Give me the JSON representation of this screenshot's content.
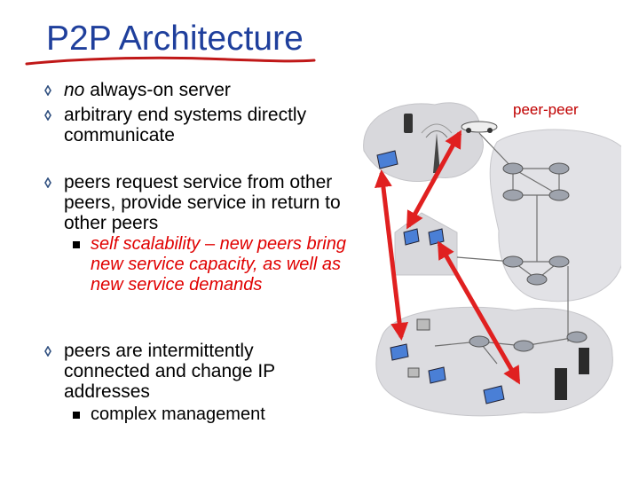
{
  "slide": {
    "title": "P2P Architecture",
    "accent_color": "#1f3f9c",
    "arrow_color": "#e02020"
  },
  "bullets": [
    {
      "emphasis": "no",
      "text": " always-on server"
    },
    {
      "text": "arbitrary end systems directly communicate"
    },
    {
      "text": "peers request service from other peers, provide service in return to other peers",
      "sub": {
        "italic": "self scalability",
        "dash": " – ",
        "rest": "new peers bring new service capacity, as well as new service demands"
      }
    },
    {
      "text": "peers are intermittently connected and change IP addresses",
      "sub": {
        "text": "complex management"
      }
    }
  ],
  "diagram": {
    "label": "peer-peer",
    "bullet_icon": "diamond-bullet-icon",
    "sub_bullet_icon": "square-bullet-icon"
  }
}
